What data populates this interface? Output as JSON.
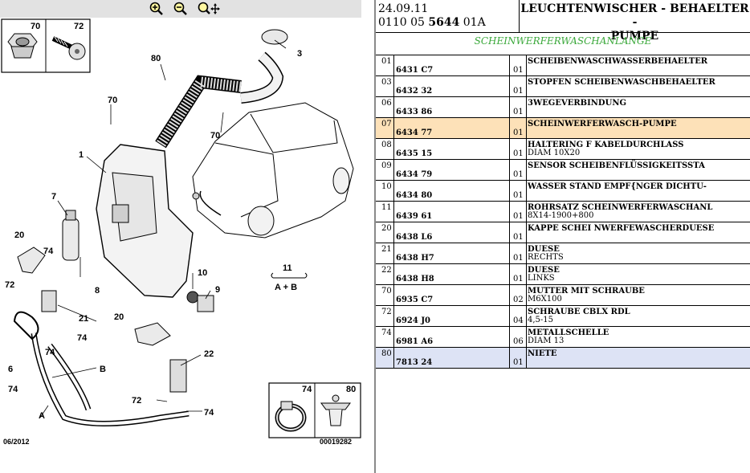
{
  "header": {
    "date": "24.09.11",
    "code_prefix": "0110 05 ",
    "code_bold": "5644",
    "code_suffix": " 01A",
    "title_line1": "LEUCHTENWISCHER - BEHAELTER -",
    "title_line2": "PUMPE"
  },
  "subtitle": "SCHEINWERFERWASCHANLANGE",
  "diagram": {
    "labels": [
      "70",
      "72",
      "3",
      "80",
      "70",
      "70",
      "1",
      "7",
      "20",
      "74",
      "8",
      "10",
      "9",
      "72",
      "21",
      "11",
      "A + B",
      "20",
      "74",
      "74",
      "22",
      "6",
      "B",
      "74",
      "72",
      "74",
      "A",
      "74",
      "80"
    ],
    "date": "06/2012",
    "ref": "00019282"
  },
  "rows": [
    {
      "no": "01",
      "pn": "6431 C7",
      "qty": "01",
      "d1": "SCHEIBENWASCHWASSERBEHAELTER",
      "d2": "",
      "hl": ""
    },
    {
      "no": "03",
      "pn": "6432 32",
      "qty": "01",
      "d1": "STOPFEN SCHEIBENWASCHBEHAELTER",
      "d2": "",
      "hl": ""
    },
    {
      "no": "06",
      "pn": "6433 86",
      "qty": "01",
      "d1": "3WEGEVERBINDUNG",
      "d2": "",
      "hl": ""
    },
    {
      "no": "07",
      "pn": "6434 77",
      "qty": "01",
      "d1": "SCHEINWERFERWASCH-PUMPE",
      "d2": "",
      "hl": "orange"
    },
    {
      "no": "08",
      "pn": "6435 15",
      "qty": "01",
      "d1": "HALTERING F KABELDURCHLASS",
      "d2": "DIAM 10X20",
      "hl": ""
    },
    {
      "no": "09",
      "pn": "6434 79",
      "qty": "01",
      "d1": "SENSOR SCHEIBENFLÜSSIGKEITSSTA",
      "d2": "",
      "hl": ""
    },
    {
      "no": "10",
      "pn": "6434 80",
      "qty": "01",
      "d1": "WASSER STAND EMPF{NGER DICHTU-",
      "d2": "",
      "hl": ""
    },
    {
      "no": "11",
      "pn": "6439 61",
      "qty": "01",
      "d1": "ROHRSATZ SCHEINWERFERWASCHANL",
      "d2": "8X14-1900+800",
      "hl": ""
    },
    {
      "no": "20",
      "pn": "6438 L6",
      "qty": "01",
      "d1": "KAPPE SCHEI NWERFEWASCHERDUESE",
      "d2": "",
      "hl": ""
    },
    {
      "no": "21",
      "pn": "6438 H7",
      "qty": "01",
      "d1": "DUESE",
      "d2": "RECHTS",
      "hl": ""
    },
    {
      "no": "22",
      "pn": "6438 H8",
      "qty": "01",
      "d1": "DUESE",
      "d2": "LINKS",
      "hl": ""
    },
    {
      "no": "70",
      "pn": "6935 C7",
      "qty": "02",
      "d1": "MUTTER MIT SCHRAUBE",
      "d2": "M6X100",
      "hl": ""
    },
    {
      "no": "72",
      "pn": "6924 J0",
      "qty": "04",
      "d1": "SCHRAUBE CBLX RDL",
      "d2": "4,5-15",
      "hl": ""
    },
    {
      "no": "74",
      "pn": "6981 A6",
      "qty": "06",
      "d1": "METALLSCHELLE",
      "d2": "DIAM 13",
      "hl": ""
    },
    {
      "no": "80",
      "pn": "7813 24",
      "qty": "01",
      "d1": "NIETE",
      "d2": "",
      "hl": "blue"
    }
  ],
  "icons": [
    "zoom-in-icon",
    "zoom-out-icon",
    "zoom-pan-icon"
  ]
}
